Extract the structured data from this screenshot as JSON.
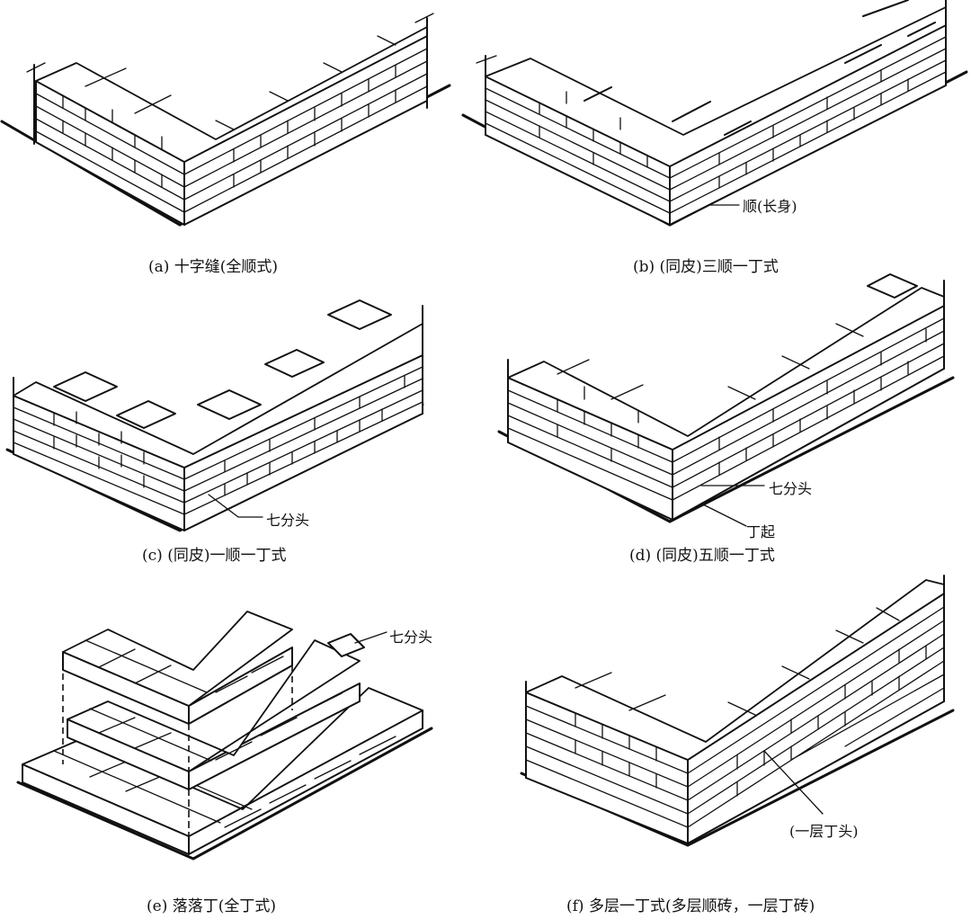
{
  "panels": [
    {
      "id": "a",
      "caption": "(a) 十字缝(全顺式)",
      "callouts": []
    },
    {
      "id": "b",
      "caption": "(b) (同皮)三顺一丁式",
      "callouts": [
        "顺(长身)"
      ]
    },
    {
      "id": "c",
      "caption": "(c) (同皮)一顺一丁式",
      "callouts": [
        "七分头"
      ]
    },
    {
      "id": "d",
      "caption": "(d) (同皮)五顺一丁式",
      "callouts": [
        "七分头",
        "丁起"
      ]
    },
    {
      "id": "e",
      "caption": "(e) 落落丁(全丁式)",
      "callouts": [
        "七分头"
      ]
    },
    {
      "id": "f",
      "caption": "(f) 多层一丁式(多层顺砖，一层丁砖)",
      "callouts": [
        "(一层丁头)"
      ]
    }
  ]
}
